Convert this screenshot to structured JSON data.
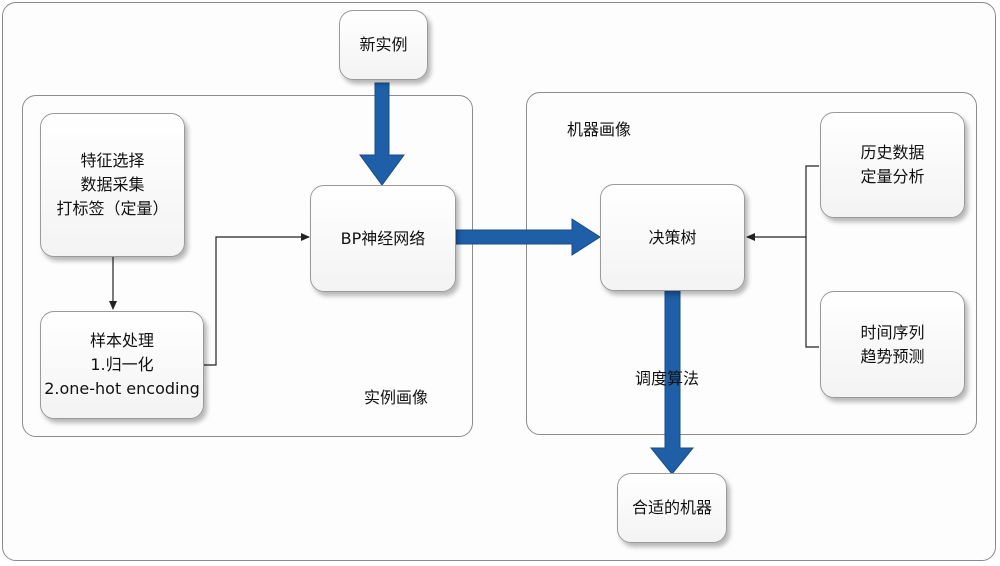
{
  "nodes": {
    "new_instance": "新实例",
    "feature_box": [
      "特征选择",
      "数据采集",
      "打标签（定量）"
    ],
    "sample_box": [
      "样本处理",
      "1.归一化",
      "2.one-hot encoding"
    ],
    "bp_network": "BP神经网络",
    "decision_tree": "决策树",
    "history_box": [
      "历史数据",
      "定量分析"
    ],
    "timeseries_box": [
      "时间序列",
      "趋势预测"
    ],
    "suitable_machine": "合适的机器"
  },
  "groups": {
    "instance_profile": "实例画像",
    "machine_profile": "机器画像"
  },
  "edge_labels": {
    "scheduling": "调度算法"
  },
  "colors": {
    "big_arrow": "#1f5fa8",
    "thin_arrow": "#222222"
  }
}
